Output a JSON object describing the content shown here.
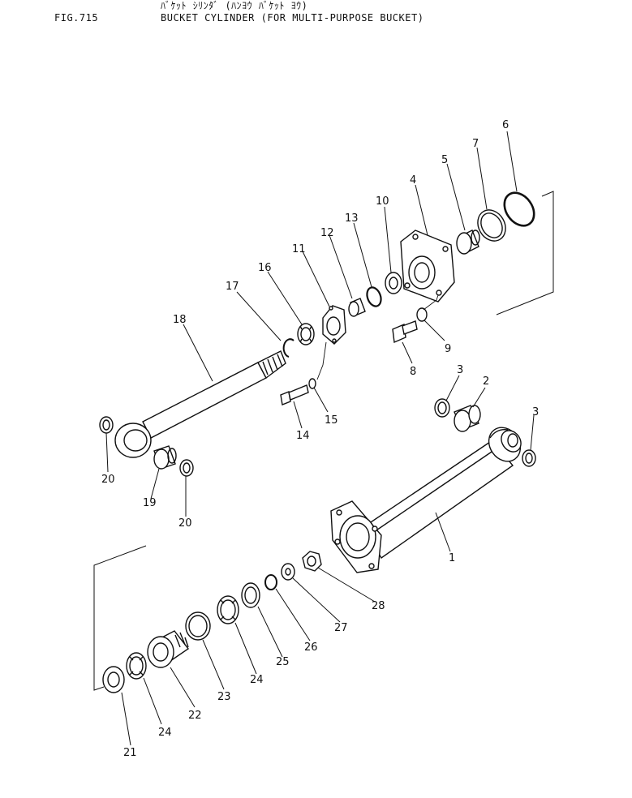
{
  "header": {
    "fig_label": "FIG.715",
    "title_jp": "ﾊﾞｹｯﾄ ｼﾘﾝﾀﾞ (ﾊﾝﾖｳ ﾊﾞｹｯﾄ ﾖｳ)",
    "title_en": "BUCKET CYLINDER (FOR MULTI-PURPOSE BUCKET)"
  },
  "callouts": {
    "p1": "1",
    "p2": "2",
    "p3a": "3",
    "p3b": "3",
    "p4": "4",
    "p5": "5",
    "p6": "6",
    "p7": "7",
    "p8": "8",
    "p9": "9",
    "p10": "10",
    "p11": "11",
    "p12": "12",
    "p13": "13",
    "p14": "14",
    "p15": "15",
    "p16": "16",
    "p17": "17",
    "p18": "18",
    "p19": "19",
    "p20a": "20",
    "p20b": "20",
    "p21": "21",
    "p22": "22",
    "p23": "23",
    "p24a": "24",
    "p24b": "24",
    "p25": "25",
    "p26": "26",
    "p27": "27",
    "p28": "28"
  }
}
